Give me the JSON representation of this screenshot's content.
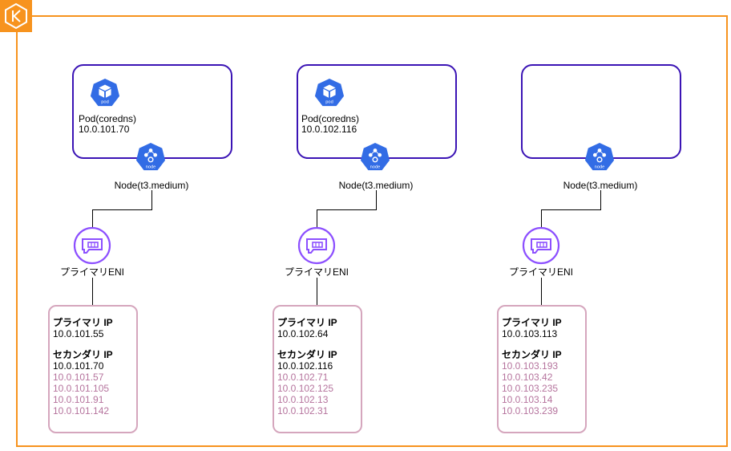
{
  "colors": {
    "cluster_border": "#f7931e",
    "node_border": "#3b14b5",
    "k8s_icon": "#326ce5",
    "eni_icon": "#8c4fff",
    "ip_box_border": "#d5a6bd",
    "ip_unused": "#b5739d"
  },
  "icons": [
    "eks-logo-icon",
    "pod-icon",
    "node-icon",
    "eni-icon"
  ],
  "nodes": [
    {
      "pod": {
        "name": "Pod(coredns)",
        "ip": "10.0.101.70"
      },
      "node_label": "Node(t3.medium)",
      "eni_label": "プライマリENI",
      "primary_ip_heading": "プライマリ IP",
      "primary_ip": "10.0.101.55",
      "secondary_ip_heading": "セカンダリ IP",
      "secondary_ips": [
        "10.0.101.70",
        "10.0.101.57",
        "10.0.101.105",
        "10.0.101.91",
        "10.0.101.142"
      ]
    },
    {
      "pod": {
        "name": "Pod(coredns)",
        "ip": "10.0.102.116"
      },
      "node_label": "Node(t3.medium)",
      "eni_label": "プライマリENI",
      "primary_ip_heading": "プライマリ IP",
      "primary_ip": "10.0.102.64",
      "secondary_ip_heading": "セカンダリ IP",
      "secondary_ips": [
        "10.0.102.116",
        "10.0.102.71",
        "10.0.102.125",
        "10.0.102.13",
        "10.0.102.31"
      ]
    },
    {
      "pod": null,
      "node_label": "Node(t3.medium)",
      "eni_label": "プライマリENI",
      "primary_ip_heading": "プライマリ IP",
      "primary_ip": "10.0.103.113",
      "secondary_ip_heading": "セカンダリ IP",
      "secondary_ips": [
        "10.0.103.193",
        "10.0.103.42",
        "10.0.103.235",
        "10.0.103.14",
        "10.0.103.239"
      ]
    }
  ]
}
